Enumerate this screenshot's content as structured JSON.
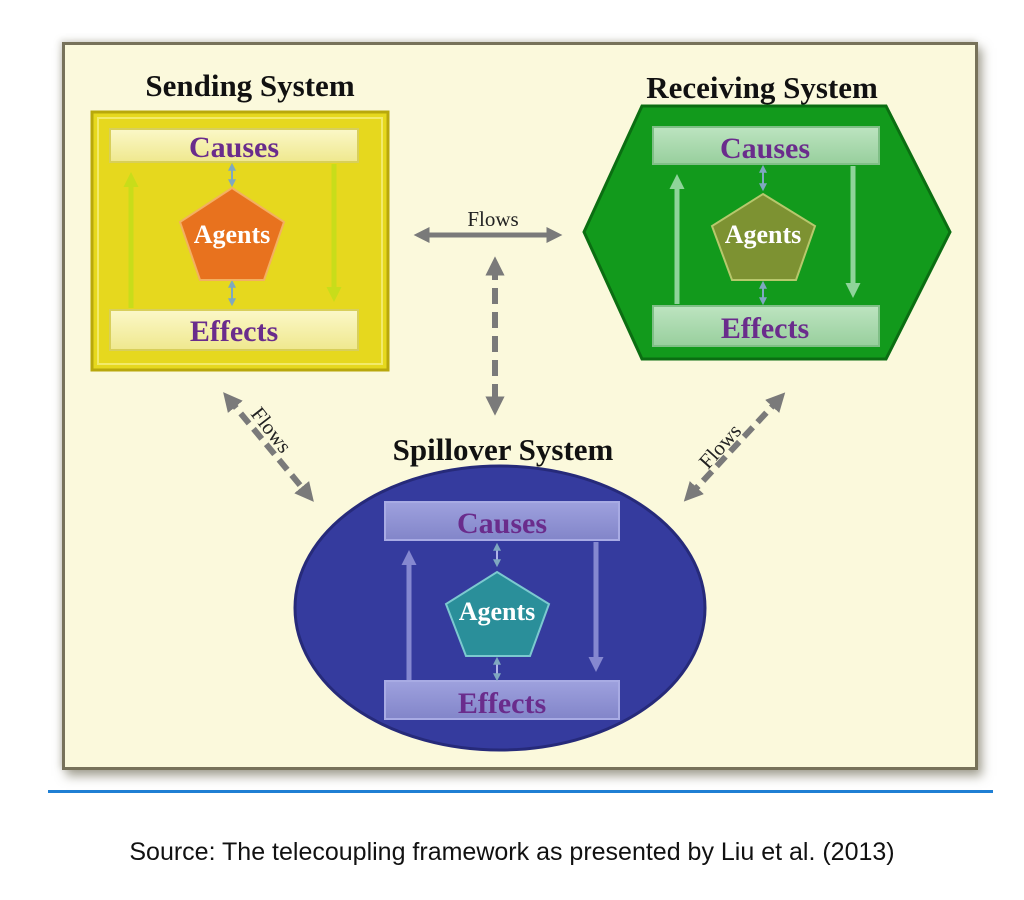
{
  "diagram": {
    "sending": {
      "title": "Sending System",
      "causes": "Causes",
      "agents": "Agents",
      "effects": "Effects",
      "colors": {
        "body": "#e8d81c",
        "box": "#f6f1a8",
        "agent": "#e8721e"
      }
    },
    "receiving": {
      "title": "Receiving System",
      "causes": "Causes",
      "agents": "Agents",
      "effects": "Effects",
      "colors": {
        "body": "#12911a",
        "box": "#a9d8ae",
        "agent": "#7d9232"
      }
    },
    "spillover": {
      "title": "Spillover System",
      "causes": "Causes",
      "agents": "Agents",
      "effects": "Effects",
      "colors": {
        "body": "#353b9e",
        "box": "#8c8fd2",
        "agent": "#2a8f9a"
      }
    },
    "flows": {
      "sending_receiving": "Flows",
      "sending_spillover": "Flows",
      "receiving_spillover": "Flows"
    }
  },
  "caption": {
    "source": "Source: The telecoupling framework as presented by Liu et al. (2013)"
  }
}
